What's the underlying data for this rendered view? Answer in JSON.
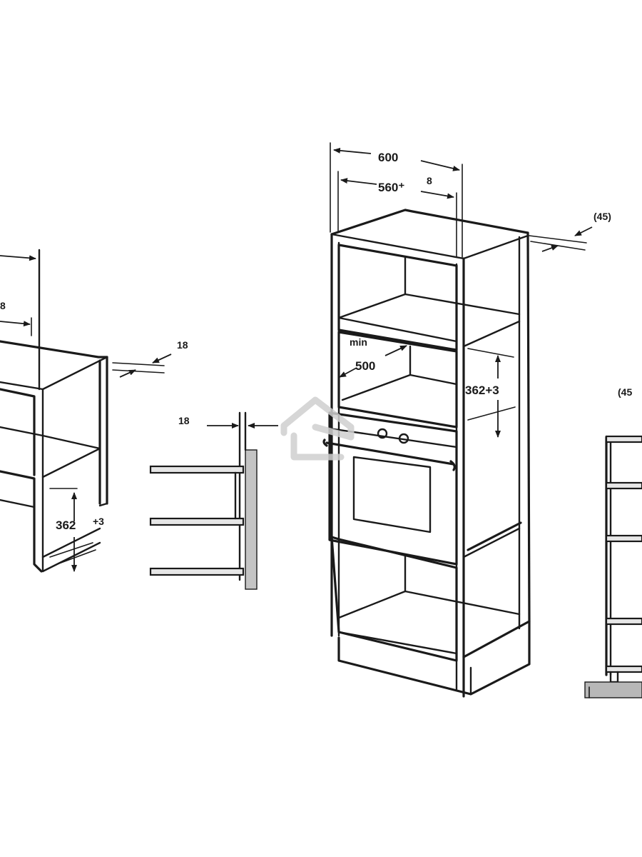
{
  "labels": {
    "left_width_cut": "8",
    "left_side_18": "18",
    "left_height": "362",
    "left_tol": "+3",
    "detail_18": "18",
    "top_width": "600",
    "inner_width": "560⁺",
    "gap": "8",
    "depth_45": "(45)",
    "min": "min",
    "depth_500": "500",
    "height_362": "362+3",
    "right_cut": "(45"
  }
}
